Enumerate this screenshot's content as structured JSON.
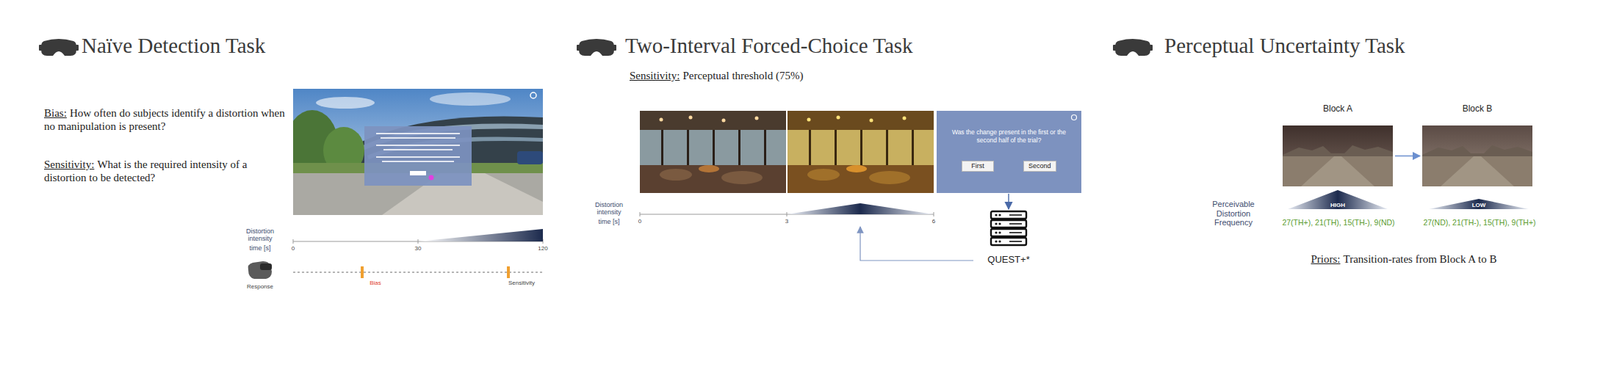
{
  "diagram": {
    "nodes": [
      {
        "text": [
          "Was the change present in the first or the second half of the trial?"
        ]
      },
      {
        "text": [
          "First"
        ],
        "in": 0
      },
      {
        "text": [
          "Second"
        ],
        "in": 0
      },
      {
        "text": [
          "QUEST+*"
        ]
      },
      {
        "text": [
          "Block A"
        ]
      },
      {
        "text": [
          "Block B"
        ]
      },
      {
        "text": [
          "HIGH"
        ]
      },
      {
        "text": [
          "LOW"
        ]
      }
    ],
    "edges": [
      {
        "from": 0,
        "to": 3,
        "arrow": "to"
      },
      {
        "from": 4,
        "to": 5,
        "arrow": "to"
      }
    ],
    "labels": [
      "Naïve Detection Task",
      "Bias:",
      "How often do subjects identify a distortion when no manipulation is present?",
      "Sensitivity:",
      "What is the required intensity of a distortion to be detected?",
      "Distortion intensity",
      "time [s]",
      "0",
      "30",
      "120",
      "Response",
      "Bias",
      "Sensitivity",
      "Two-Interval Forced-Choice Task",
      "Sensitivity:",
      "Perceptual threshold (75%)",
      "Distortion intensity",
      "time [s]",
      "0",
      "3",
      "6",
      "Perceptual Uncertainty Task",
      "Perceivable Distortion Frequency",
      "27(TH+), 21(TH), 15(TH-), 9(ND)",
      "27(ND), 21(TH-), 15(TH), 9(TH+)",
      "Priors:",
      "Transition-rates from Block A to B"
    ]
  }
}
